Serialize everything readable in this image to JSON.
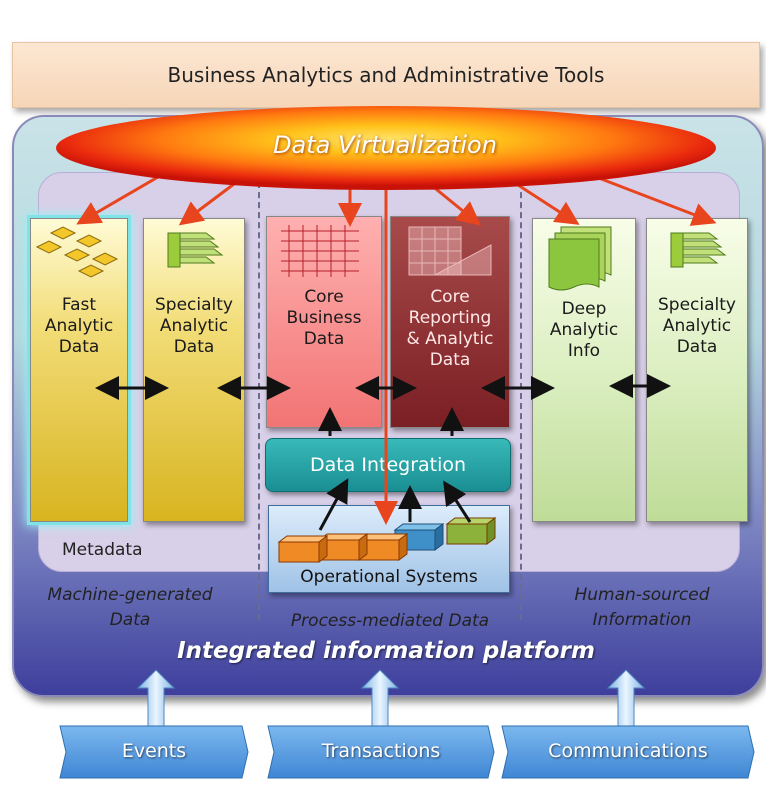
{
  "top_bar": {
    "label": "Business Analytics and Administrative Tools"
  },
  "virtualization": {
    "label": "Data Virtualization"
  },
  "columns": {
    "fast_analytic": "Fast\nAnalytic\nData",
    "specialty_left": "Specialty\nAnalytic\nData",
    "core_business": "Core\nBusiness\nData",
    "core_reporting": "Core\nReporting\n& Analytic\nData",
    "deep_analytic": "Deep\nAnalytic\nInfo",
    "specialty_right": "Specialty\nAnalytic\nData"
  },
  "data_integration": {
    "label": "Data Integration"
  },
  "operational_systems": {
    "label": "Operational Systems"
  },
  "metadata": {
    "label": "Metadata"
  },
  "categories": {
    "machine": "Machine-generated\nData",
    "process": "Process-mediated Data",
    "human": "Human-sourced\nInformation"
  },
  "platform": {
    "label": "Integrated information platform"
  },
  "sources": {
    "events": "Events",
    "transactions": "Transactions",
    "communications": "Communications"
  },
  "colors": {
    "virtualization_core": "#ffd23a",
    "virtualization_edge": "#e82a10",
    "link_arrow": "#e8451e",
    "platform_top": "#c9e3e8",
    "platform_bottom": "#3e3f9c",
    "source_box": "#5a9be0"
  }
}
